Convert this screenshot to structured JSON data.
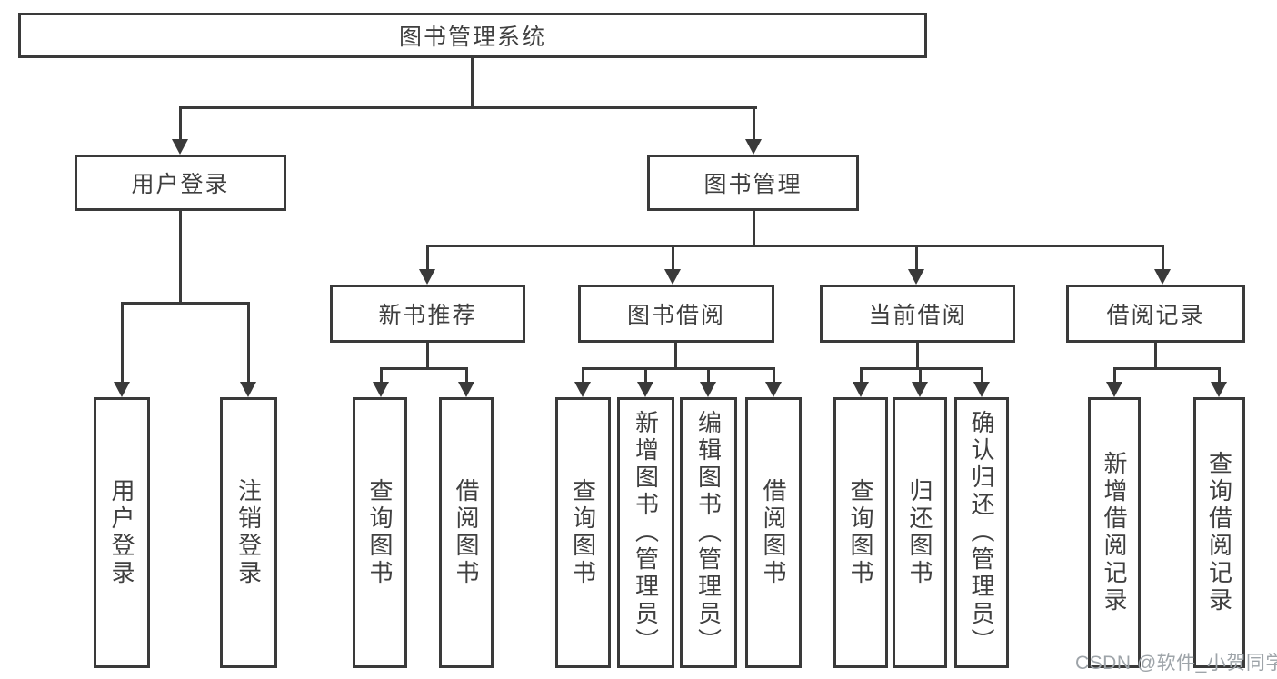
{
  "root": {
    "label": "图书管理系统"
  },
  "branches": {
    "user_login": {
      "label": "用户登录",
      "leaves": [
        {
          "label": "用户登录"
        },
        {
          "label": "注销登录"
        }
      ]
    },
    "book_management": {
      "label": "图书管理",
      "sections": {
        "new_book_recommendation": {
          "label": "新书推荐",
          "leaves": [
            {
              "label": "查询图书"
            },
            {
              "label": "借阅图书"
            }
          ]
        },
        "book_borrowing": {
          "label": "图书借阅",
          "leaves": [
            {
              "label": "查询图书"
            },
            {
              "label": "新增图书（管理员）"
            },
            {
              "label": "编辑图书（管理员）"
            },
            {
              "label": "借阅图书"
            }
          ]
        },
        "current_borrowing": {
          "label": "当前借阅",
          "leaves": [
            {
              "label": "查询图书"
            },
            {
              "label": "归还图书"
            },
            {
              "label": "确认归还（管理员）"
            }
          ]
        },
        "borrowing_records": {
          "label": "借阅记录",
          "leaves": [
            {
              "label": "新增借阅记录"
            },
            {
              "label": "查询借阅记录"
            }
          ]
        }
      }
    }
  },
  "watermark": {
    "text": "CSDN @软件_小贺同学"
  },
  "colors": {
    "line": "#3a3a3a",
    "text": "#3f3f3f",
    "watermark": "#9ea4a9",
    "background": "#ffffff"
  }
}
